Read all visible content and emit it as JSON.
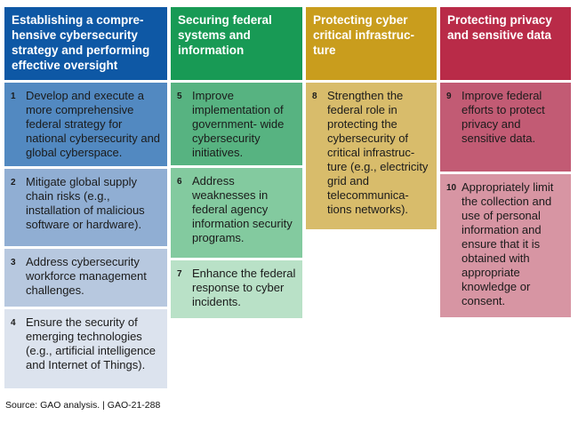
{
  "figure": {
    "source_note": "Source: GAO analysis.  |  GAO-21-288"
  },
  "colors": {
    "header_blue": "#0e58a5",
    "header_green": "#189a55",
    "header_gold": "#c99d1d",
    "header_crimson": "#b92b48",
    "item_blue_1": "#5289c1",
    "item_blue_2": "#90aed3",
    "item_blue_3": "#b7c8df",
    "item_blue_4": "#dce3ee",
    "item_green_1": "#57b381",
    "item_green_2": "#83ca9f",
    "item_green_3": "#b9e1c7",
    "item_gold_1": "#d8bc6b",
    "item_rose_1": "#c25b74",
    "item_rose_2": "#d795a3",
    "text_dark": "#1b1b1b",
    "header_text": "#ffffff"
  },
  "columns": [
    {
      "id": "strategy-oversight",
      "header": "Establishing a compre-\nhensive cybersecurity\nstrategy and performing\neffective oversight",
      "items": [
        {
          "number": "1",
          "text": "Develop and execute a more comprehensive federal strategy for national cybersecurity and global cyberspace."
        },
        {
          "number": "2",
          "text": "Mitigate global supply chain risks (e.g., installation of malicious software or hardware)."
        },
        {
          "number": "3",
          "text": "Address cybersecurity workforce management challenges."
        },
        {
          "number": "4",
          "text": "Ensure the security of emerging technologies (e.g., artificial intelligence and Internet of Things)."
        }
      ]
    },
    {
      "id": "securing-federal-systems",
      "header": "Securing federal\nsystems and\ninformation",
      "items": [
        {
          "number": "5",
          "text": "Improve implementation of government- wide cybersecurity initiatives."
        },
        {
          "number": "6",
          "text": "Address weaknesses in federal agency information security programs."
        },
        {
          "number": "7",
          "text": "Enhance the federal response to cyber incidents."
        }
      ]
    },
    {
      "id": "protecting-critical-infrastructure",
      "header": "Protecting cyber\ncritical infrastruc-\nture",
      "items": [
        {
          "number": "8",
          "text": "Strengthen the federal role in protecting the cybersecurity of critical infrastruc-\nture (e.g., electricity grid and telecommunica-\ntions networks)."
        }
      ]
    },
    {
      "id": "protecting-privacy",
      "header": "Protecting privacy\nand sensitive data",
      "items": [
        {
          "number": "9",
          "text": "Improve federal efforts to protect privacy and sensitive data."
        },
        {
          "number": "10",
          "text": "Appropriately limit the collection and use of personal information and ensure that it is obtained with appropriate knowledge or consent."
        }
      ]
    }
  ]
}
